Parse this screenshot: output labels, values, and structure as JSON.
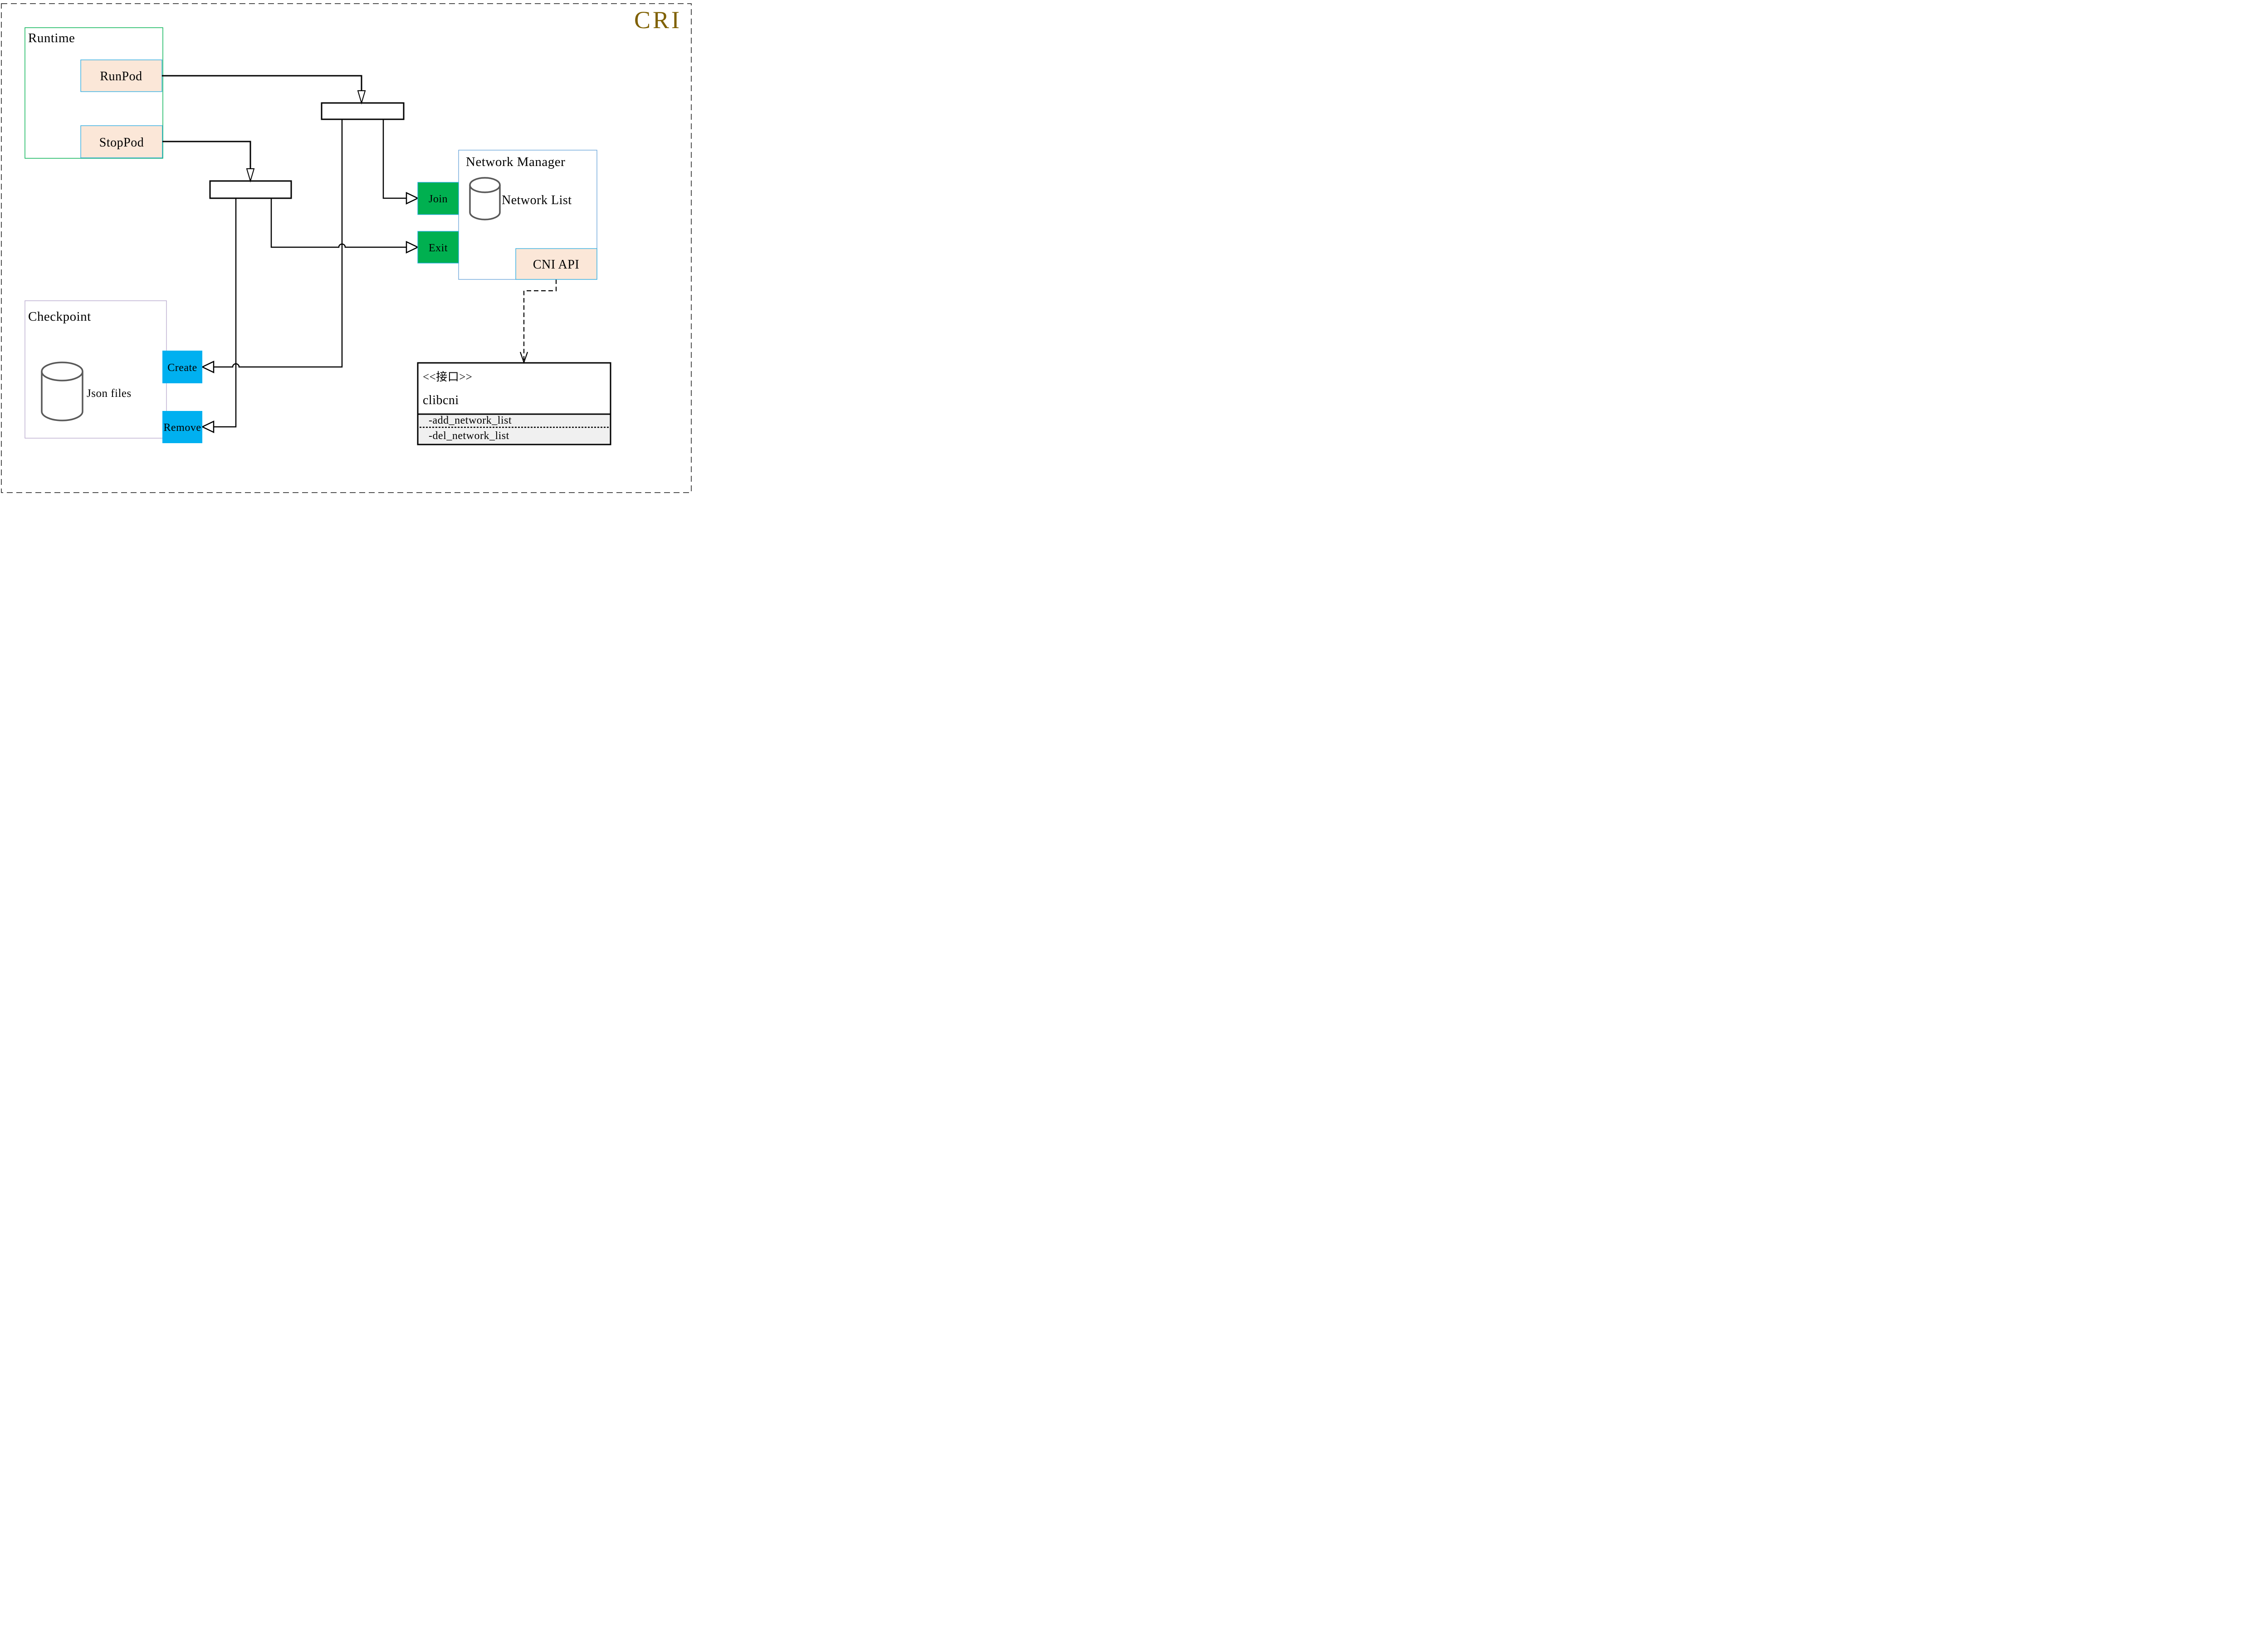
{
  "title": "CRI",
  "colors": {
    "gold": "#7F6000",
    "green": "#00B050",
    "cyan": "#29ABE2",
    "peach": "#FBE7D8",
    "blue": "#00B0F0",
    "nm_border": "#5B9BD5",
    "checkpoint_border": "#B1A0C7",
    "gray": "#F0F0F0",
    "cylinder": "#595959",
    "line": "#000000",
    "border_dash": "#1A1A1A"
  },
  "runtime": {
    "label": "Runtime",
    "buttons": [
      {
        "label": "RunPod"
      },
      {
        "label": "StopPod"
      }
    ]
  },
  "checkpoint": {
    "label": "Checkpoint",
    "datastore": "Json files",
    "buttons": [
      {
        "label": "Create"
      },
      {
        "label": "Remove"
      }
    ]
  },
  "network_manager": {
    "label": "Network Manager",
    "datastore": "Network List",
    "buttons": [
      {
        "label": "Join"
      },
      {
        "label": "Exit"
      }
    ],
    "api_label": "CNI API"
  },
  "interface_box": {
    "stereotype": "<<接口>>",
    "name": "clibcni",
    "members": [
      "-add_network_list",
      "-del_network_list"
    ]
  }
}
